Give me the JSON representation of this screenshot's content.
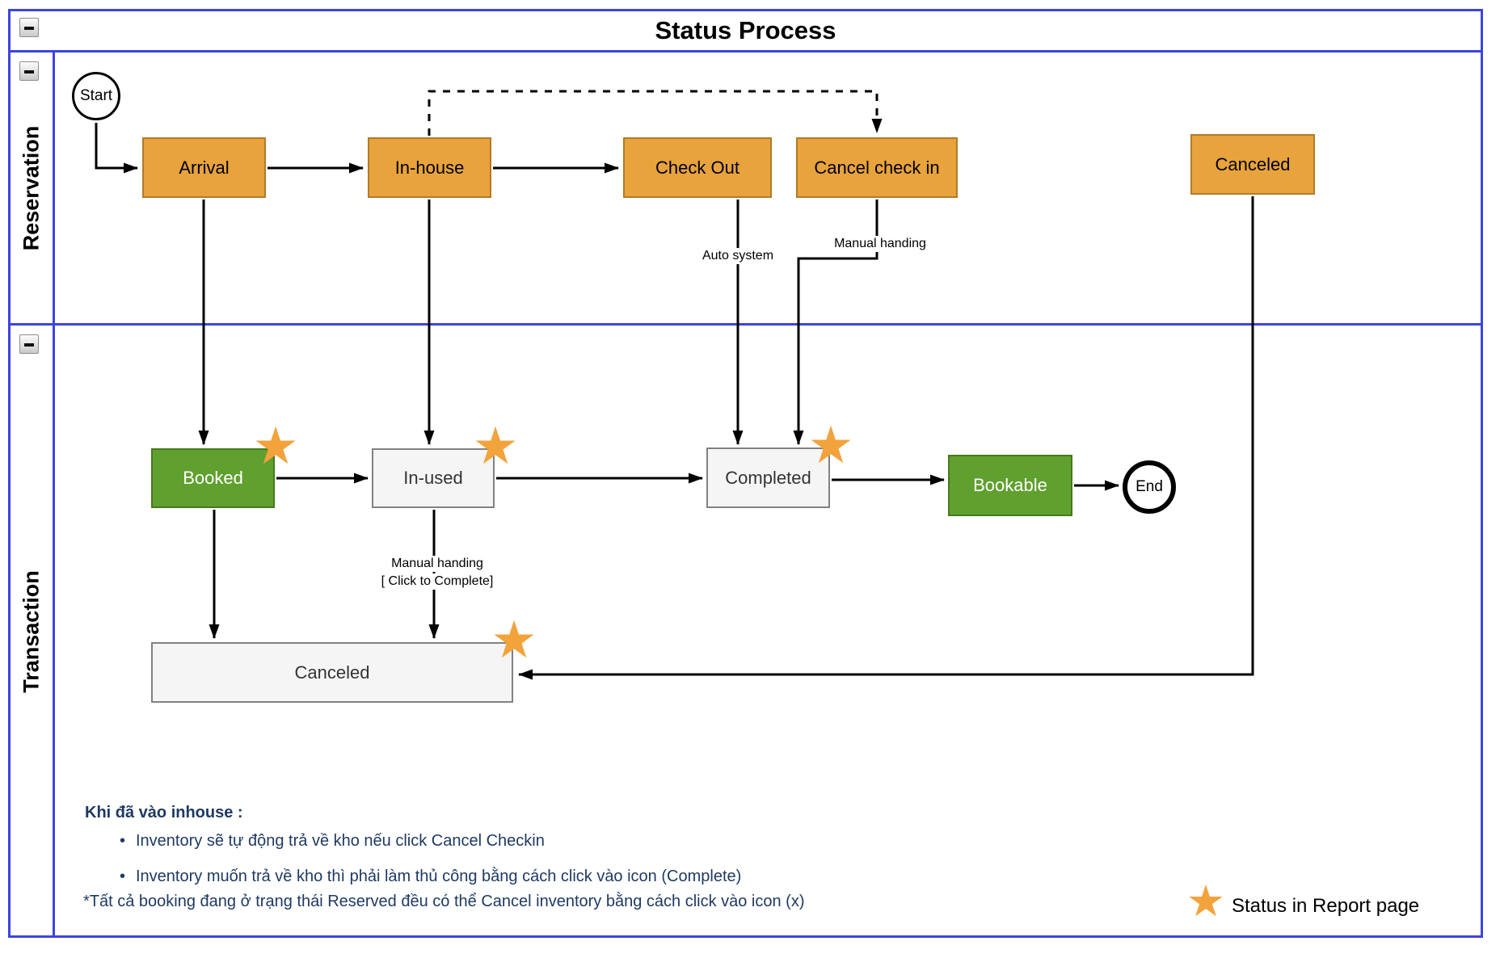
{
  "pool": {
    "title": "Status Process",
    "lanes": [
      {
        "label": "Reservation"
      },
      {
        "label": "Transaction"
      }
    ]
  },
  "nodes": {
    "start": "Start",
    "arrival": "Arrival",
    "in_house": "In-house",
    "check_out": "Check Out",
    "cancel_check_in": "Cancel check in",
    "canceled_reservation": "Canceled",
    "booked": "Booked",
    "in_used": "In-used",
    "completed": "Completed",
    "bookable": "Bookable",
    "end": "End",
    "canceled_transaction": "Canceled"
  },
  "edge_labels": {
    "auto_system": "Auto system",
    "manual_handing": "Manual handing",
    "manual_handing_line1": "Manual handing",
    "manual_handing_line2": "[ Click to Complete]"
  },
  "notes": {
    "heading": "Khi đã vào inhouse :",
    "bullets": [
      "Inventory sẽ tự động trả về kho nếu click Cancel Checkin",
      "Inventory muốn trả về kho thì phải làm thủ công bằng cách click vào icon (Complete)"
    ],
    "footnote": "*Tất cả booking đang ở trạng thái Reserved đều có thể Cancel inventory bằng cách click vào icon (x)"
  },
  "legend": {
    "label": "Status in Report page"
  },
  "icons": {
    "star": "★"
  },
  "colors": {
    "frame_blue": "#3B45DF",
    "orange_fill": "#E8A33D",
    "orange_border": "#B27A28",
    "green_fill": "#60A02F",
    "green_border": "#47791C",
    "gray_fill": "#F5F5F5",
    "gray_border": "#818181",
    "star_orange": "#F2A33C",
    "note_text": "#1F3A63"
  }
}
